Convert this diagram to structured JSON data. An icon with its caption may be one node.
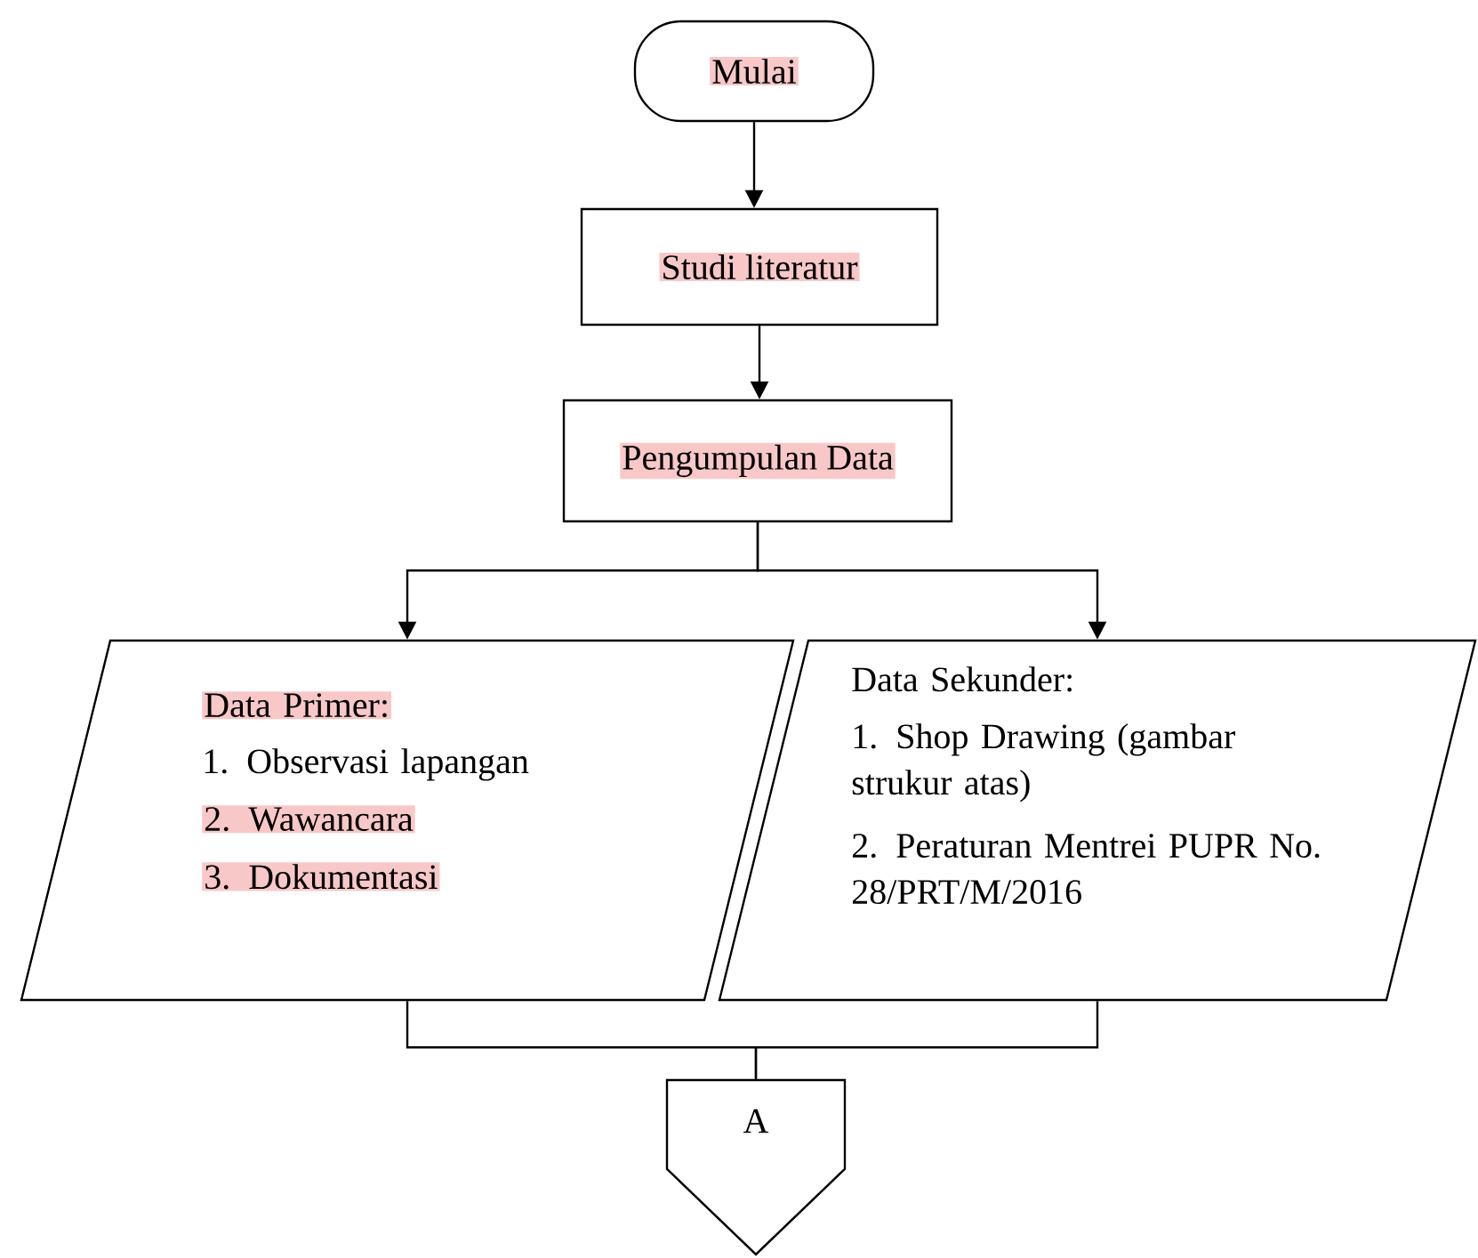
{
  "diagram": {
    "nodes": [
      {
        "text": [
          "Mulai"
        ]
      },
      {
        "text": [
          "Studi literatur"
        ]
      },
      {
        "text": [
          "Pengumpulan Data"
        ]
      },
      {
        "text": [
          "Data Primer:",
          "1. Observasi lapangan",
          "2. Wawancara",
          "3. Dokumentasi"
        ]
      },
      {
        "text": [
          "Data Sekunder:",
          "1. Shop Drawing (gambar strukur atas)",
          "2. Peraturan Mentrei PUPR No. 28/PRT/M/2016"
        ]
      },
      {
        "text": [
          "A"
        ]
      }
    ],
    "edges": [
      {
        "from": 0,
        "to": 1,
        "arrow": "to"
      },
      {
        "from": 1,
        "to": 2,
        "arrow": "to"
      },
      {
        "from": 2,
        "to": 3,
        "arrow": "to"
      },
      {
        "from": 2,
        "to": 4,
        "arrow": "to"
      },
      {
        "from": 3,
        "to": 5,
        "arrow": "none"
      },
      {
        "from": 4,
        "to": 5,
        "arrow": "none"
      }
    ]
  }
}
